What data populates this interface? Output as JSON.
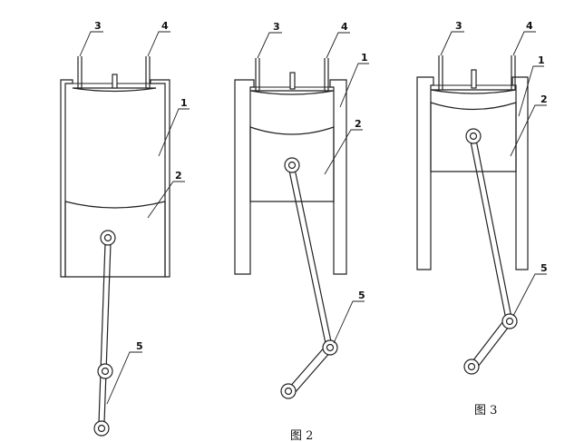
{
  "labels": {
    "valve_left": "3",
    "valve_right": "4",
    "cylinder": "1",
    "piston": "2",
    "connecting_rod": "5"
  },
  "captions": {
    "fig2": "图 2",
    "fig3": "图 3"
  }
}
